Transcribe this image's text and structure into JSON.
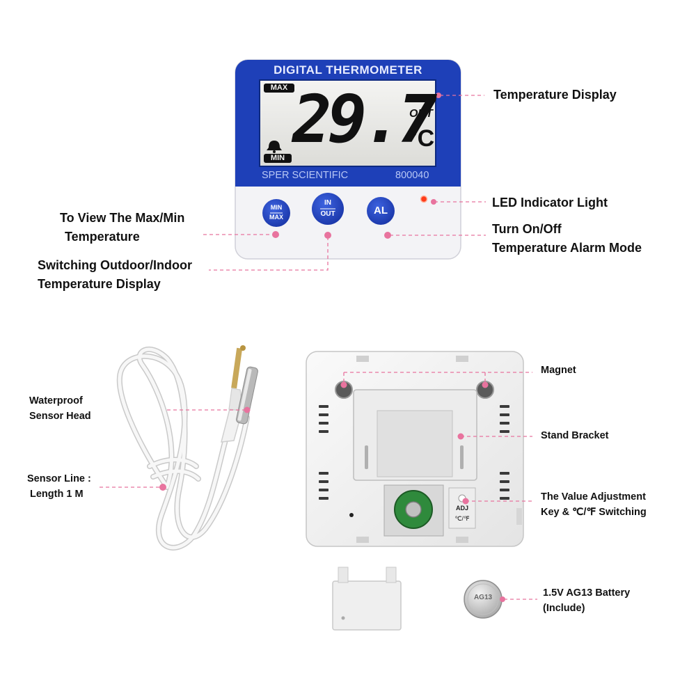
{
  "device": {
    "header": "DIGITAL THERMOMETER",
    "brand": "SPER SCIENTIFIC",
    "model": "800040",
    "lcd": {
      "max_tag": "MAX",
      "min_tag": "MIN",
      "reading": "29.7",
      "mode": "OUT",
      "unit": "°C"
    },
    "buttons": {
      "minmax_top": "MIN",
      "minmax_bottom": "MAX",
      "inout_top": "IN",
      "inout_bottom": "OUT",
      "alarm": "AL"
    },
    "back": {
      "adj_label": "ADJ",
      "unit_switch_label": "℃/℉"
    },
    "battery_print": "AG13",
    "colors": {
      "body_blue": "#1e40b8",
      "callout_pink": "#e8739e",
      "led": "#ff3b1a"
    }
  },
  "callouts": {
    "temperature_display": "Temperature Display",
    "led_indicator": "LED Indicator Light",
    "view_maxmin_line1": "To View The Max/Min",
    "view_maxmin_line2": "Temperature",
    "alarm_line1": "Turn On/Off",
    "alarm_line2": "Temperature Alarm Mode",
    "switch_line1": "Switching Outdoor/Indoor",
    "switch_line2": "Temperature Display",
    "sensor_head_line1": "Waterproof",
    "sensor_head_line2": "Sensor Head",
    "sensor_line_line1": "Sensor Line :",
    "sensor_line_line2": "Length 1 M",
    "magnet": "Magnet",
    "stand_bracket": "Stand Bracket",
    "adjust_line1": "The Value Adjustment",
    "adjust_line2": "Key & ℃/℉ Switching",
    "battery_line1": "1.5V AG13 Battery",
    "battery_line2": "(Include)"
  }
}
